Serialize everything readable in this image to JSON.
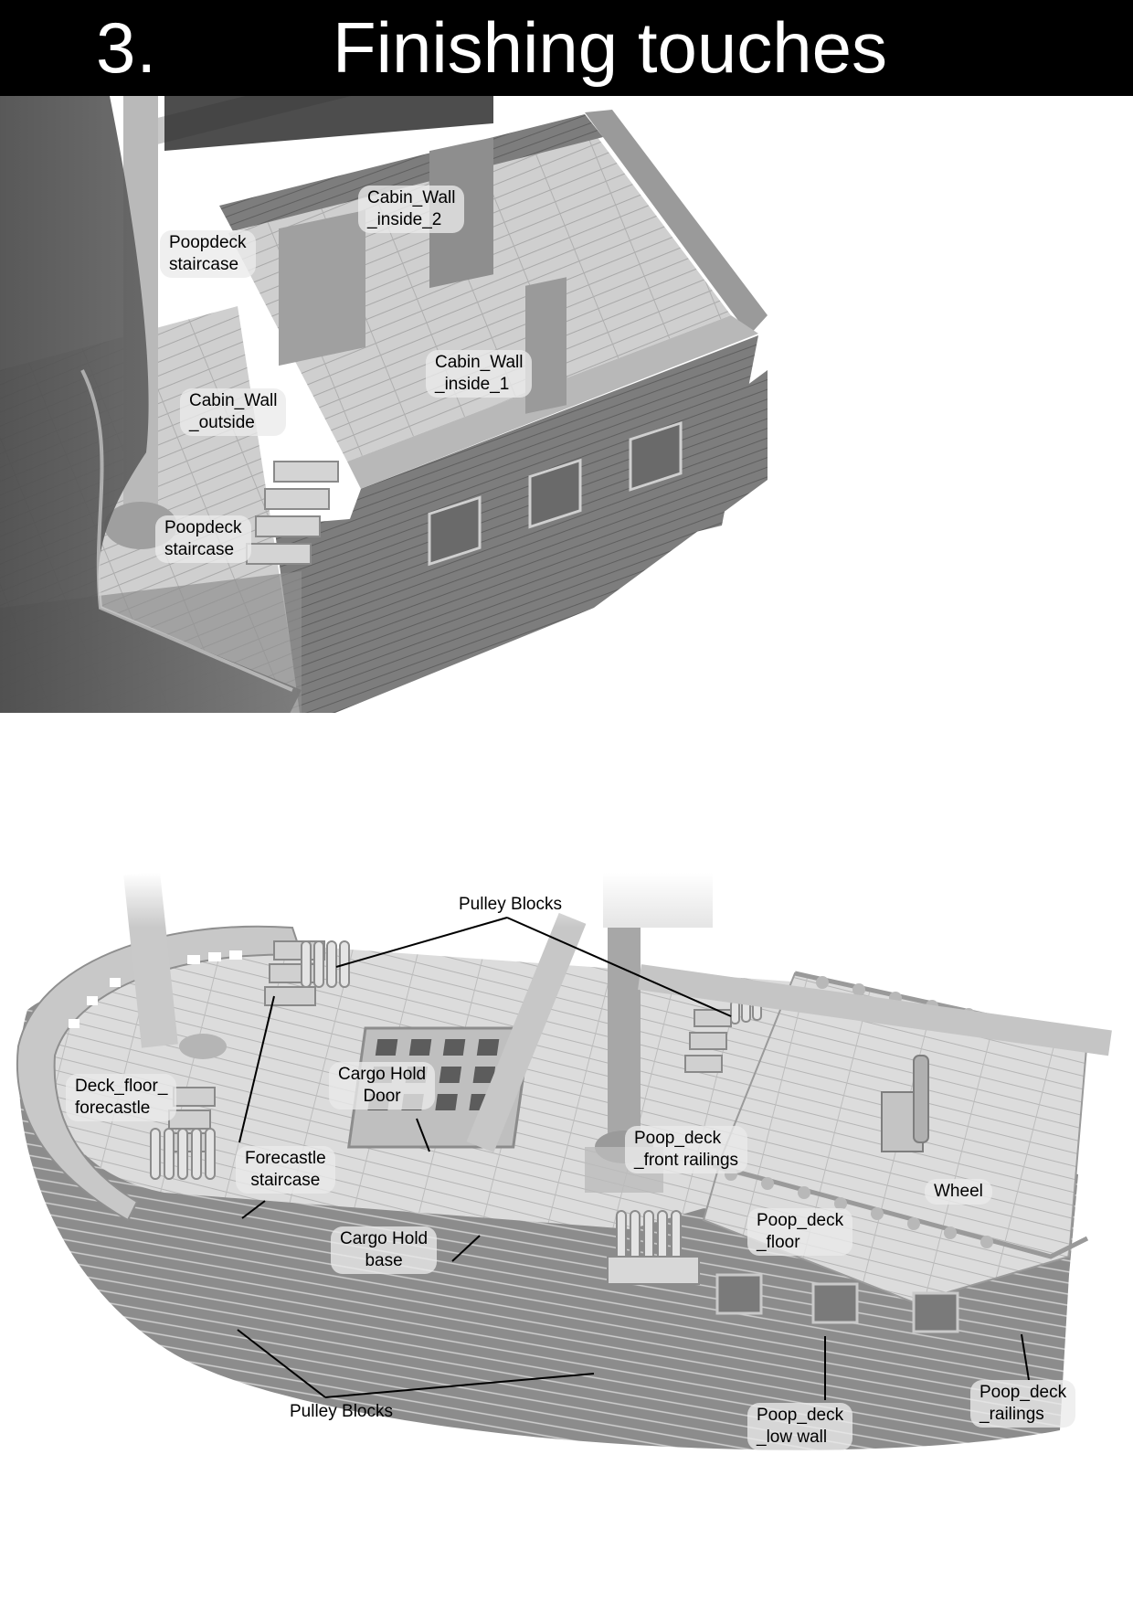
{
  "header": {
    "step_number": "3.",
    "title": "Finishing touches"
  },
  "figure_top": {
    "description": "Ship stern cabin render (top-down view)",
    "labels": [
      {
        "id": "poopdeck-staircase-upper",
        "text": "Poopdeck\nstaircase"
      },
      {
        "id": "cabin-wall-inside-2",
        "text": "Cabin_Wall\n_inside_2"
      },
      {
        "id": "cabin-wall-inside-1",
        "text": "Cabin_Wall\n_inside_1"
      },
      {
        "id": "cabin-wall-outside",
        "text": "Cabin_Wall\n_outside"
      },
      {
        "id": "poopdeck-staircase-lower",
        "text": "Poopdeck\nstaircase"
      }
    ]
  },
  "figure_bottom": {
    "description": "Full ship deck render with labeled parts",
    "labels": [
      {
        "id": "pulley-blocks-top",
        "text": "Pulley Blocks"
      },
      {
        "id": "deck-floor-forecastle",
        "text": "Deck_floor_\nforecastle"
      },
      {
        "id": "cargo-hold-door",
        "text": "Cargo Hold\nDoor"
      },
      {
        "id": "forecastle-staircase",
        "text": "Forecastle\nstaircase"
      },
      {
        "id": "cargo-hold-base",
        "text": "Cargo Hold\nbase"
      },
      {
        "id": "poop-deck-front-railings",
        "text": "Poop_deck\n_front railings"
      },
      {
        "id": "wheel",
        "text": "Wheel"
      },
      {
        "id": "poop-deck-floor",
        "text": "Poop_deck\n_floor"
      },
      {
        "id": "pulley-blocks-bottom",
        "text": "Pulley Blocks"
      },
      {
        "id": "poop-deck-low-wall",
        "text": "Poop_deck\n_low wall"
      },
      {
        "id": "poop-deck-railings",
        "text": "Poop_deck\n_railings"
      }
    ]
  }
}
